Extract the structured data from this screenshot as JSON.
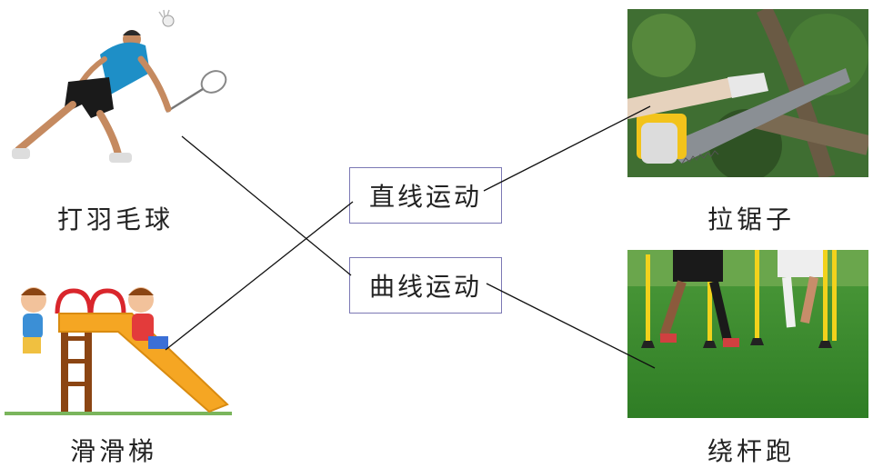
{
  "left_items": [
    {
      "caption": "打羽毛球",
      "icon": "badminton-player-image"
    },
    {
      "caption": "滑滑梯",
      "icon": "slide-children-image"
    }
  ],
  "right_items": [
    {
      "caption": "拉锯子",
      "icon": "sawing-branch-image"
    },
    {
      "caption": "绕杆跑",
      "icon": "slalom-run-image"
    }
  ],
  "categories": [
    {
      "label": "直线运动"
    },
    {
      "label": "曲线运动"
    }
  ],
  "connections": [
    {
      "from": "打羽毛球",
      "to": "曲线运动"
    },
    {
      "from": "滑滑梯",
      "to": "直线运动"
    },
    {
      "from": "拉锯子",
      "to": "直线运动"
    },
    {
      "from": "绕杆跑",
      "to": "曲线运动"
    }
  ],
  "colors": {
    "box_border": "#7b78b4",
    "line": "#111111"
  }
}
